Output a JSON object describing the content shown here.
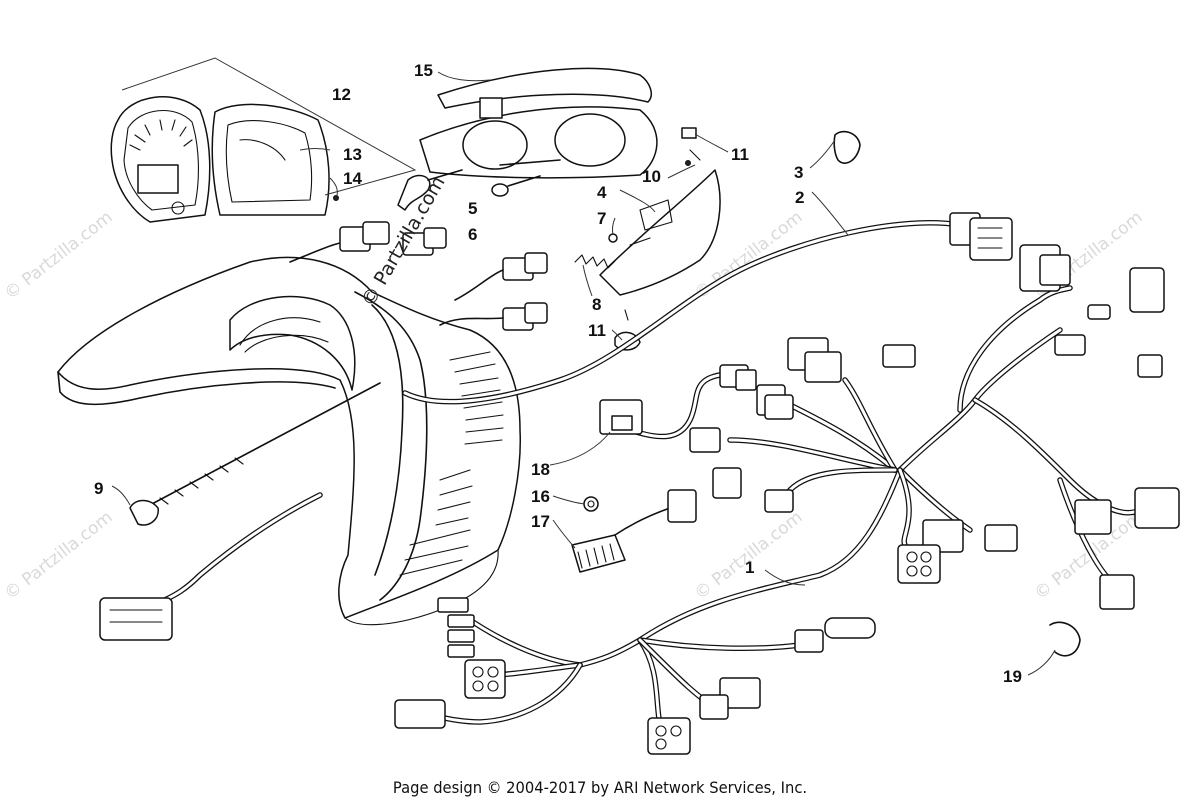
{
  "diagram": {
    "callouts": {
      "c1": "1",
      "c2": "2",
      "c3": "3",
      "c4": "4",
      "c5": "5",
      "c6": "6",
      "c7": "7",
      "c8": "8",
      "c9": "9",
      "c10": "10",
      "c11a": "11",
      "c11b": "11",
      "c12": "12",
      "c13": "13",
      "c14": "14",
      "c15": "15",
      "c16": "16",
      "c17": "17",
      "c18": "18",
      "c19": "19"
    },
    "watermark": {
      "main": "© Partzilla.com",
      "faint": "© Partzilla.com"
    }
  },
  "footer": {
    "text": "Page design © 2004-2017 by ARI Network Services, Inc."
  }
}
